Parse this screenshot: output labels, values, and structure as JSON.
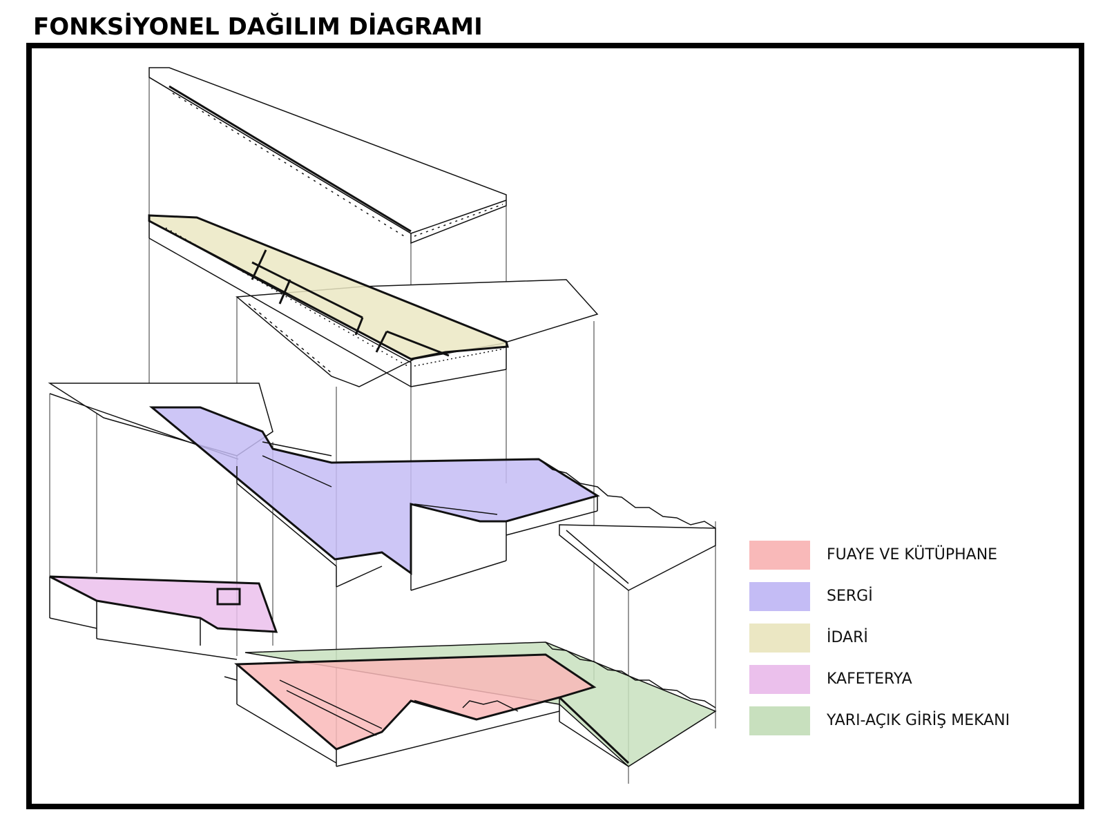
{
  "title": "FONKSİYONEL DAĞILIM DİAGRAMI",
  "legend": [
    {
      "label": "FUAYE VE KÜTÜPHANE",
      "color": "#f9b9b9"
    },
    {
      "label": "SERGİ",
      "color": "#c4bcf5"
    },
    {
      "label": "İDARİ",
      "color": "#ebe7c3"
    },
    {
      "label": "KAFETERYA",
      "color": "#ebc0ec"
    },
    {
      "label": "YARI-AÇIK GİRİŞ MEKANI",
      "color": "#c8e0be"
    }
  ],
  "colors": {
    "fuaye": "#f9b9b9",
    "sergi": "#c4bcf5",
    "idari": "#ebe7c3",
    "kafeterya": "#ebc0ec",
    "giris": "#c8e0be",
    "line": "#111111"
  }
}
